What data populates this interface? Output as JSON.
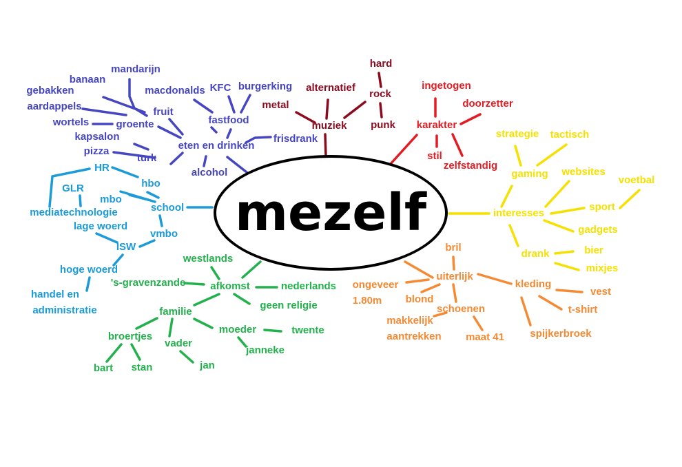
{
  "center": {
    "label": "mezelf"
  },
  "colors": {
    "eten": "#4646C2",
    "muziek": "#8B0A1E",
    "karakter": "#E31B23",
    "interesses": "#F5E100",
    "uiterlijk": "#F58A32",
    "afkomst": "#22B14C",
    "school": "#1B9BD8",
    "center": "#000000"
  },
  "branches": {
    "eten": {
      "eten": "eten en drinken",
      "fastfood": "fastfood",
      "macdonalds": "macdonalds",
      "kfc": "KFC",
      "burgerking": "burgerking",
      "fruit": "fruit",
      "mandarijn": "mandarijn",
      "banaan": "banaan",
      "groente": "groente",
      "gebakken": "gebakken",
      "aardappels": "aardappels",
      "wortels": "wortels",
      "turk": "turk",
      "kapsalon": "kapsalon",
      "pizza": "pizza",
      "frisdrank": "frisdrank",
      "alcohol": "alcohol"
    },
    "muziek": {
      "muziek": "muziek",
      "alternatief": "alternatief",
      "metal": "metal",
      "rock": "rock",
      "hard": "hard",
      "punk": "punk"
    },
    "karakter": {
      "karakter": "karakter",
      "ingetogen": "ingetogen",
      "doorzetter": "doorzetter",
      "stil": "stil",
      "zelfstandig": "zelfstandig"
    },
    "interesses": {
      "interesses": "interesses",
      "gaming": "gaming",
      "strategie": "strategie",
      "tactisch": "tactisch",
      "websites": "websites",
      "sport": "sport",
      "voetbal": "voetbal",
      "gadgets": "gadgets",
      "drank": "drank",
      "bier": "bier",
      "mixjes": "mixjes"
    },
    "uiterlijk": {
      "uiterlijk": "uiterlijk",
      "bril": "bril",
      "lengte1": "ongeveer",
      "lengte2": "1.80m",
      "blond": "blond",
      "schoenen": "schoenen",
      "makkelijk": "makkelijk",
      "aantrekken": "aantrekken",
      "maat": "maat 41",
      "kleding": "kleding",
      "vest": "vest",
      "tshirt": "t-shirt",
      "spijkerbroek": "spijkerbroek"
    },
    "afkomst": {
      "afkomst": "afkomst",
      "westlands": "westlands",
      "gravenzande": "'s-gravenzande",
      "nederlands": "nederlands",
      "religie": "geen religie",
      "familie": "familie",
      "broertjes": "broertjes",
      "bart": "bart",
      "stan": "stan",
      "vader": "vader",
      "jan": "jan",
      "moeder": "moeder",
      "twente": "twente",
      "janneke": "janneke"
    },
    "school": {
      "school": "school",
      "hbo": "hbo",
      "hr": "HR",
      "mbo": "mbo",
      "glr": "GLR",
      "mediatechnologie": "mediatechnologie",
      "vmbo": "vmbo",
      "lagewoerd": "lage woerd",
      "isw": "ISW",
      "hogewoerd": "hoge woerd",
      "handel1": "handel en",
      "handel2": "administratie"
    }
  }
}
